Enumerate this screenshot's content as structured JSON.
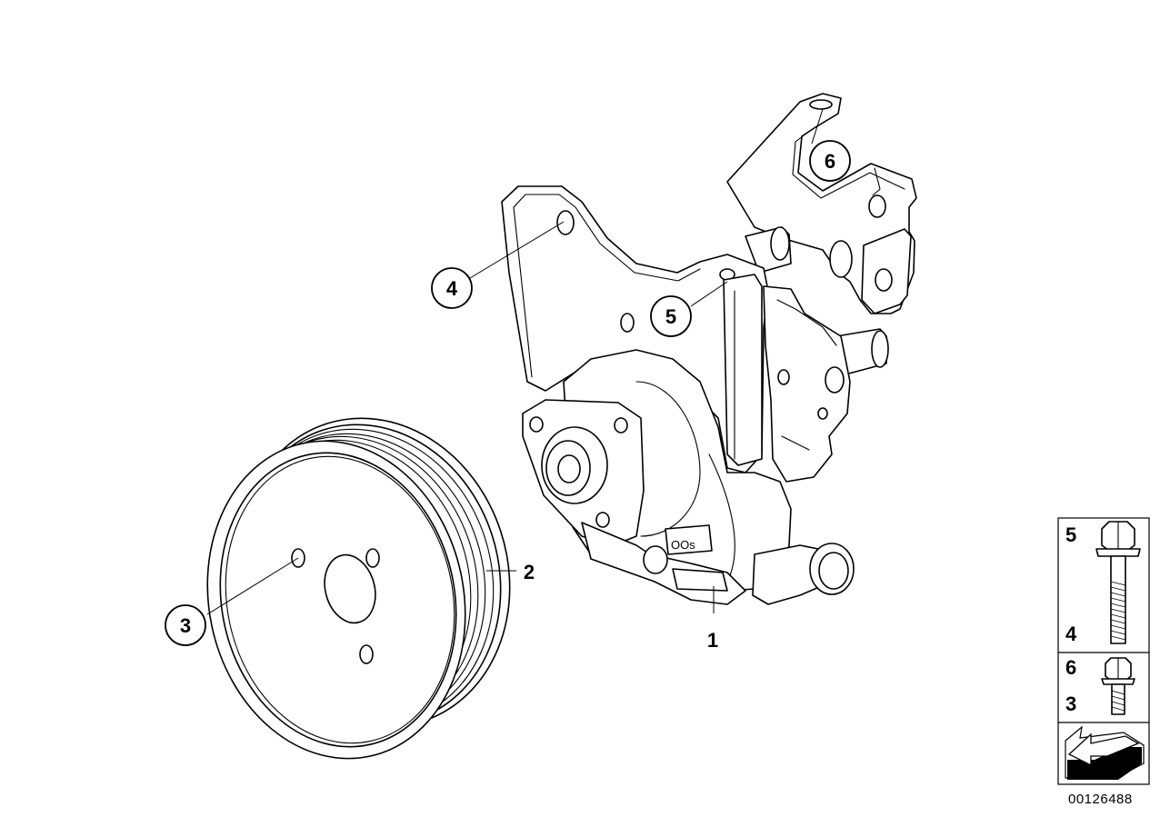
{
  "callouts": [
    {
      "id": "c1",
      "label": "1"
    },
    {
      "id": "c2",
      "label": "2"
    },
    {
      "id": "c3",
      "label": "3"
    },
    {
      "id": "c4",
      "label": "4"
    },
    {
      "id": "c5",
      "label": "5"
    },
    {
      "id": "c6",
      "label": "6"
    }
  ],
  "legend": {
    "row1_top": "5",
    "row1_bottom": "4",
    "row2_top": "6",
    "row2_bottom": "3"
  },
  "pump_plate_text": "OOs",
  "document_number": "00126488"
}
